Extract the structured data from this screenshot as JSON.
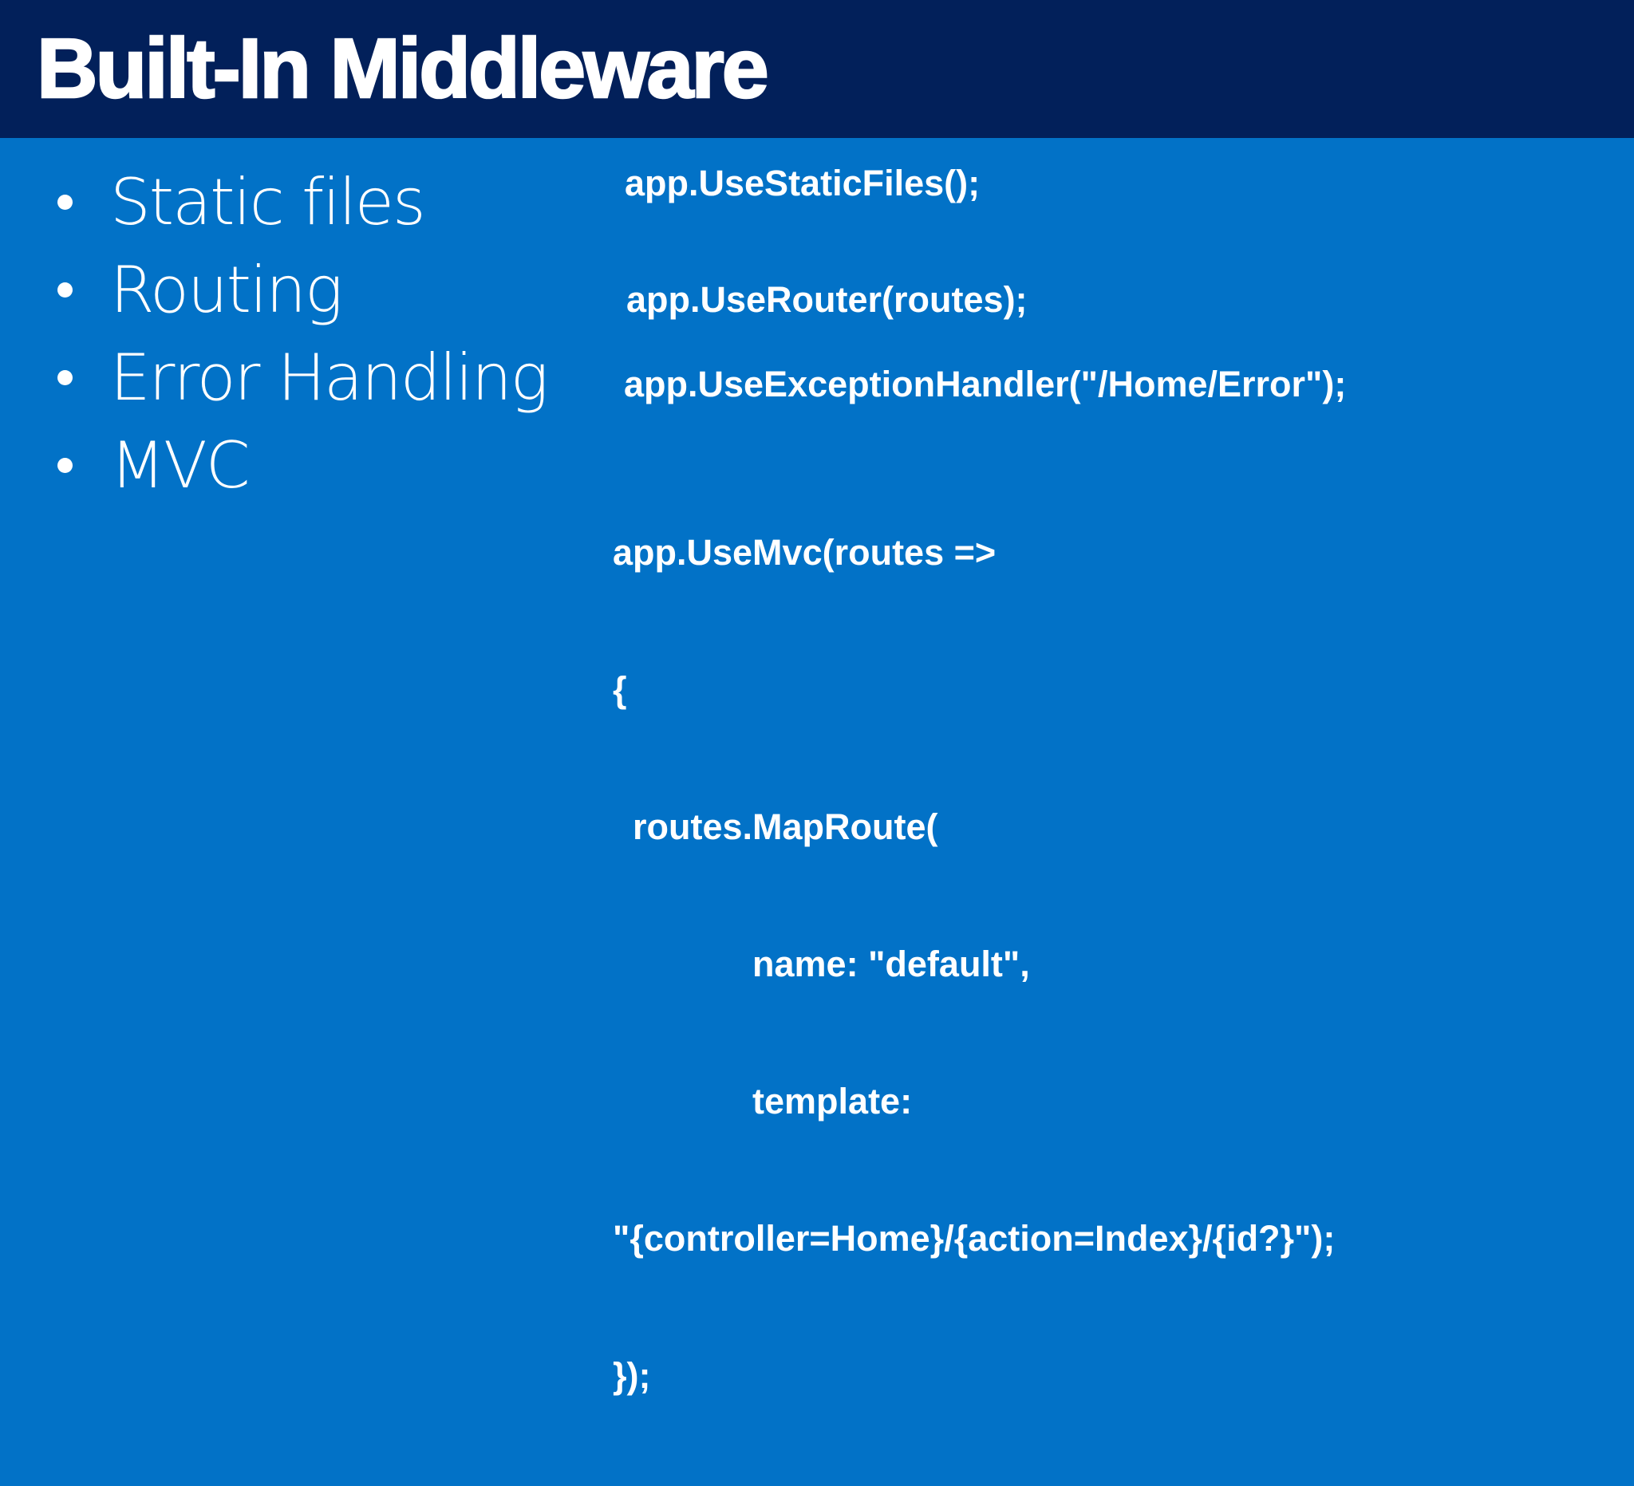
{
  "slide": {
    "title": "Built-In Middleware",
    "bullets": [
      "Static files",
      "Routing",
      "Error Handling",
      "MVC"
    ],
    "code": {
      "line_static_files": "app.UseStaticFiles();",
      "line_router": "app.UseRouter(routes);",
      "line_exception": "app.UseExceptionHandler(\"/Home/Error\");",
      "mvc_block": [
        "app.UseMvc(routes =>",
        "{",
        "  routes.MapRoute(",
        "              name: \"default\",",
        "              template:",
        "\"{controller=Home}/{action=Index}/{id?}\");",
        "});"
      ]
    }
  },
  "colors": {
    "header_bg": "#02205A",
    "body_bg": "#0272C7",
    "text": "#FFFFFF"
  }
}
